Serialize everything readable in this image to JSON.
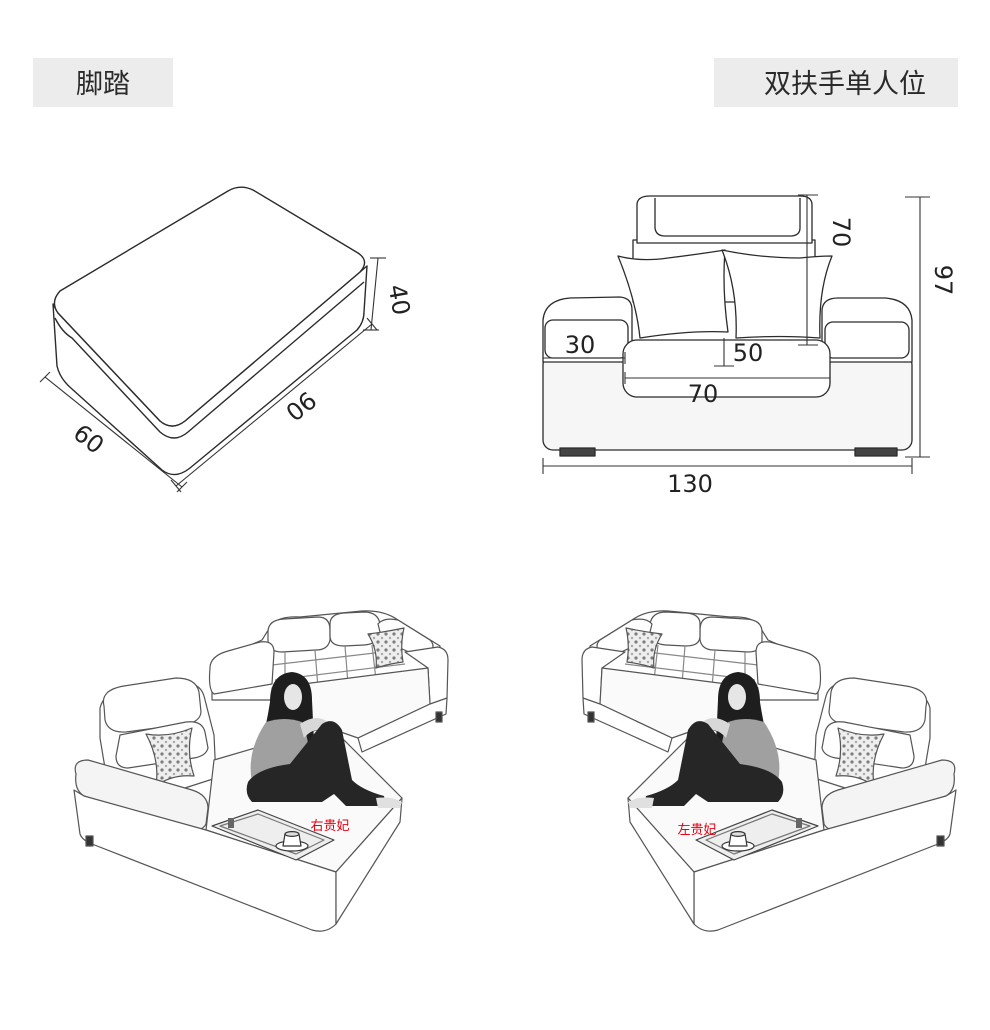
{
  "ottoman": {
    "title": "脚踏",
    "dims": {
      "height": "40",
      "length": "90",
      "depth": "60"
    }
  },
  "armchair": {
    "title": "双扶手单人位",
    "dims": {
      "back_height": "70",
      "overall_height": "97",
      "arm_width": "30",
      "seat_height": "50",
      "seat_width": "70",
      "overall_width": "130"
    }
  },
  "sectionals": {
    "right_chaise_label": "右贵妃",
    "left_chaise_label": "左贵妃"
  },
  "colors": {
    "label_bg": "#ececec",
    "line": "#333333",
    "chaise_label": "#e60012"
  }
}
